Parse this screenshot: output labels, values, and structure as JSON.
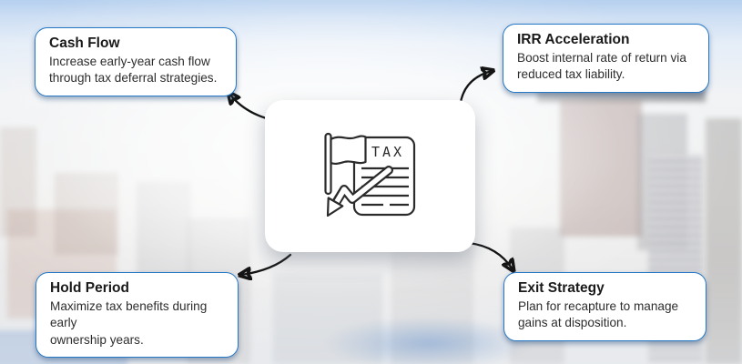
{
  "diagram": {
    "center_icon": {
      "label": "TAX"
    },
    "cards": [
      {
        "id": "cash-flow",
        "position": "top-left",
        "title": "Cash Flow",
        "lines": [
          "Increase early-year cash flow",
          "through tax deferral strategies."
        ]
      },
      {
        "id": "irr-acceleration",
        "position": "top-right",
        "title": "IRR Acceleration",
        "lines": [
          "Boost internal rate of return via",
          "reduced tax liability."
        ]
      },
      {
        "id": "hold-period",
        "position": "bottom-left",
        "title": "Hold Period",
        "lines": [
          "Maximize tax benefits during early",
          "ownership years."
        ]
      },
      {
        "id": "exit-strategy",
        "position": "bottom-right",
        "title": "Exit Strategy",
        "lines": [
          "Plan for recapture to manage",
          "gains at disposition."
        ]
      }
    ],
    "colors": {
      "card_border": "#2678c4",
      "arrow": "#141414",
      "icon_stroke": "#2b2b2b",
      "title_text": "#1a1a1a",
      "body_text": "#2d2d2d"
    }
  }
}
